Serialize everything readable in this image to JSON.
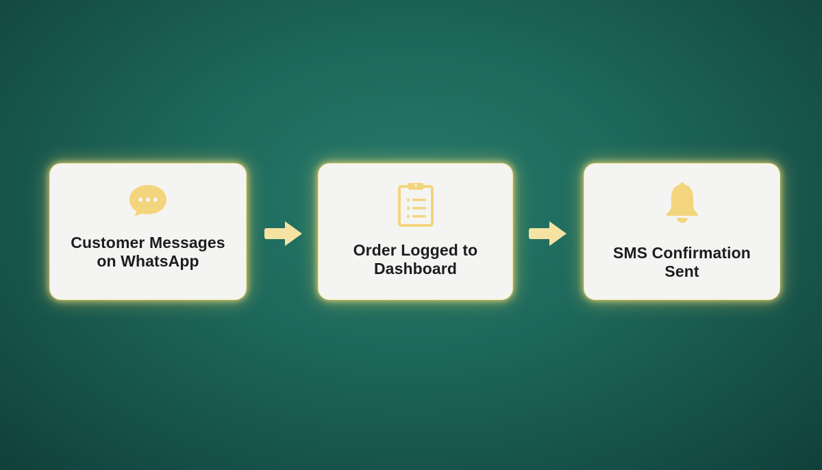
{
  "colors": {
    "background": "#1d685b",
    "card": "#f4f4f2",
    "glow": "#ffe48a",
    "icon": "#f3d57e",
    "arrow": "#f5e3a3",
    "text": "#1d1d1f"
  },
  "steps": [
    {
      "icon": "chat-bubble-icon",
      "line1": "Customer Messages",
      "line2": "on WhatsApp"
    },
    {
      "icon": "clipboard-icon",
      "line1": "Order Logged to",
      "line2": "Dashboard"
    },
    {
      "icon": "bell-icon",
      "line1": "SMS Confirmation",
      "line2": "Sent"
    }
  ],
  "connectors": [
    {
      "icon": "arrow-right-icon"
    },
    {
      "icon": "arrow-right-icon"
    }
  ]
}
